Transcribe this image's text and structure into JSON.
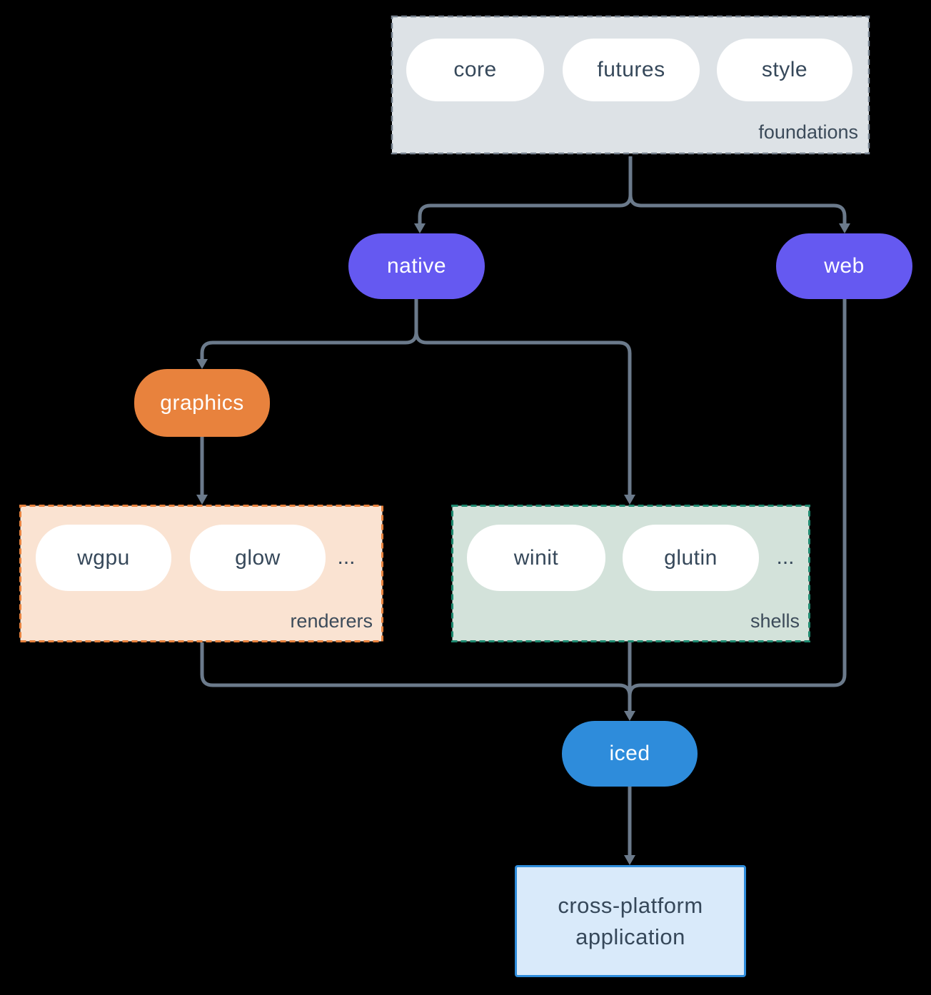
{
  "diagram": {
    "background": "#000000",
    "connector_color": "#6b7a8b",
    "groups": {
      "foundations": {
        "label": "foundations",
        "fill": "#dde2e6",
        "border": "#76828f",
        "items": [
          "core",
          "futures",
          "style"
        ]
      },
      "renderers": {
        "label": "renderers",
        "fill": "#fae3d2",
        "border": "#e8823d",
        "items": [
          "wgpu",
          "glow"
        ],
        "ellipsis": "..."
      },
      "shells": {
        "label": "shells",
        "fill": "#d3e2da",
        "border": "#1f8a70",
        "items": [
          "winit",
          "glutin"
        ],
        "ellipsis": "..."
      }
    },
    "nodes": {
      "native": {
        "label": "native",
        "color": "#6559f1"
      },
      "web": {
        "label": "web",
        "color": "#6559f1"
      },
      "graphics": {
        "label": "graphics",
        "color": "#e8823d"
      },
      "iced": {
        "label": "iced",
        "color": "#2e8cdb"
      },
      "application": {
        "line1": "cross-platform",
        "line2": "application",
        "fill": "#d9eafa",
        "border": "#2e8cdb"
      }
    }
  }
}
